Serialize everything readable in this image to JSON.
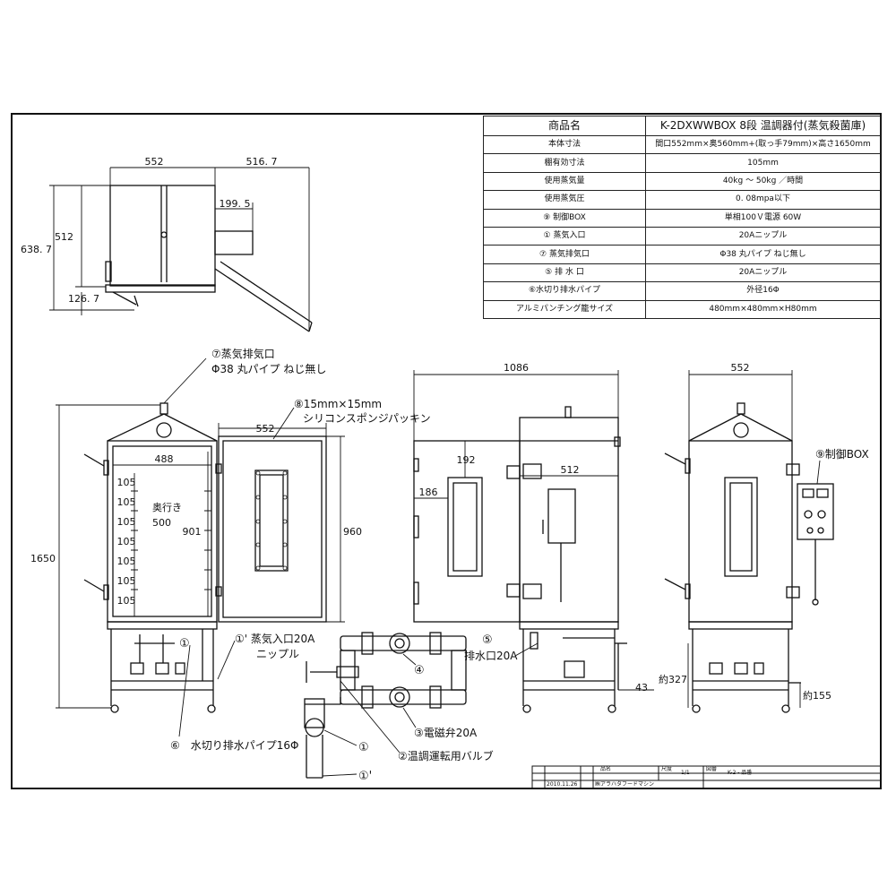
{
  "spec": {
    "header": {
      "key": "商品名",
      "value": "K-2DXWWBOX 8段 温調器付(蒸気殺菌庫)"
    },
    "rows": [
      {
        "key": "本体寸法",
        "value": "間口552mm×奥560mm+(取っ手79mm)×高さ1650mm"
      },
      {
        "key": "棚有効寸法",
        "value": "105mm"
      },
      {
        "key": "使用蒸気量",
        "value": "40kg ～ 50kg ／時間"
      },
      {
        "key": "使用蒸気圧",
        "value": "0. 08mpa以下"
      },
      {
        "key": "⑨ 制御BOX",
        "value": "単相100Ｖ電源 60W"
      },
      {
        "key": "① 蒸気入口",
        "value": "20Aニップル"
      },
      {
        "key": "⑦ 蒸気排気口",
        "value": "Φ38 丸パイプ ねじ無し"
      },
      {
        "key": "⑤ 排 水 口",
        "value": "20Aニップル"
      },
      {
        "key": "⑥水切り排水パイプ",
        "value": "外径16Φ"
      },
      {
        "key": "アルミパンチング籠サイズ",
        "value": "480mm×480mm×H80mm"
      }
    ]
  },
  "dims": {
    "top_width": "552",
    "top_door": "516. 7",
    "top_handle": "199. 5",
    "top_depth": "512",
    "top_total": "638. 7",
    "top_offset": "126. 7",
    "front_height": "1650",
    "inner_width": "488",
    "shelf_pitch": "105",
    "inner_height": "901",
    "depth_label": "奥行き",
    "depth_value": "500",
    "door_width": "552",
    "door_height": "960",
    "side_width": "1086",
    "window_top": "192",
    "window_left": "186",
    "side_depth": "512",
    "drain_offset": "43",
    "rear_width": "552",
    "rear_height1": "約327",
    "rear_height2": "約155"
  },
  "labels": {
    "exhaust_title": "⑦蒸気排気口",
    "exhaust_spec": "Φ38 丸パイプ ねじ無し",
    "gasket_title": "⑧15mm×15mm",
    "gasket_spec": "シリコンスポンジパッキン",
    "inlet_title": "①' 蒸気入口20A",
    "inlet_spec": "ニップル",
    "circle1": "①",
    "circle1b": "①",
    "circle1p": "①'",
    "drain_pipe": "⑥　水切り排水パイプ16Φ",
    "valve": "②温調運転用バルブ",
    "solenoid": "③電磁弁20A",
    "circle4": "④",
    "drain_outlet_num": "⑤",
    "drain_outlet": "排水口20A",
    "control_box": "⑨制御BOX"
  },
  "title_block": {
    "name_label": "品名",
    "scale_label": "尺度",
    "scale": "1/1",
    "drawing_no_label": "図番",
    "drawing_no": "K-2 - 品番",
    "date": "2010.11.26",
    "company": "㈱アラハタフードマシン"
  }
}
